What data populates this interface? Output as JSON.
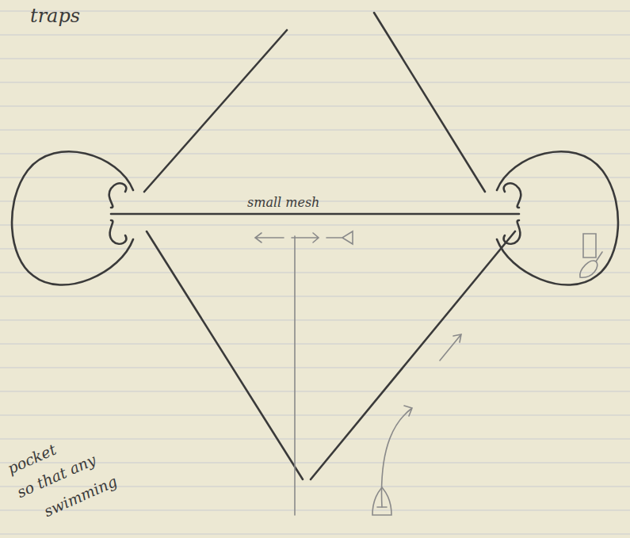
{
  "diagram": {
    "labels": [
      "traps",
      "small mesh",
      "pocket",
      "so that any",
      "swimming"
    ]
  }
}
